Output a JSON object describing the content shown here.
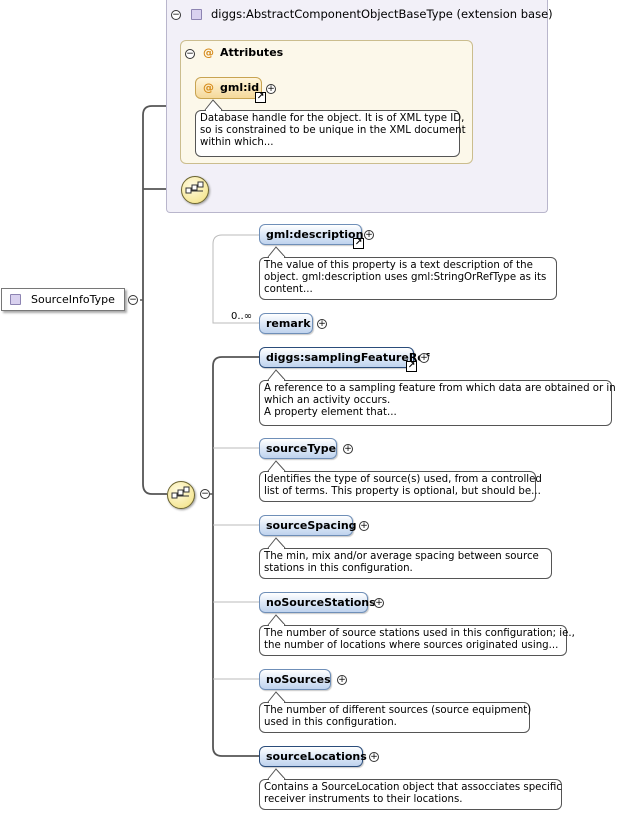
{
  "extension": {
    "title": "diggs:AbstractComponentObjectBaseType (extension base)",
    "attributes_label": "Attributes",
    "attribute": {
      "name": "gml:id",
      "doc": [
        "Database handle for the object. It is of XML type ID,",
        "so is constrained to be unique in the XML document",
        "within which..."
      ]
    }
  },
  "root": {
    "name": "SourceInfoType"
  },
  "elements": [
    {
      "name": "gml:description",
      "ref": true,
      "multiplicity": "",
      "doc": [
        "The value of this property is a text description of the",
        "object. gml:description uses gml:StringOrRefType as its",
        "content..."
      ]
    },
    {
      "name": "remark",
      "ref": false,
      "multiplicity": "0..∞",
      "doc": []
    },
    {
      "name": "diggs:samplingFeatureRef",
      "ref": true,
      "multiplicity": "",
      "doc": [
        "A reference to a sampling feature from which data are obtained or in",
        "which an activity occurs.",
        "A property element that..."
      ]
    },
    {
      "name": "sourceType",
      "ref": false,
      "multiplicity": "",
      "doc": [
        "Identifies the type of source(s) used, from a controlled",
        "list of terms. This property is optional, but should be..."
      ]
    },
    {
      "name": "sourceSpacing",
      "ref": false,
      "multiplicity": "",
      "doc": [
        "The min, mix and/or average spacing between source",
        "stations in this configuration."
      ]
    },
    {
      "name": "noSourceStations",
      "ref": false,
      "multiplicity": "",
      "doc": [
        "The number of source stations used in this configuration; ie.,",
        "the number of locations where sources originated using..."
      ]
    },
    {
      "name": "noSources",
      "ref": false,
      "multiplicity": "",
      "doc": [
        "The number of different sources (source equipment)",
        "used in this configuration."
      ]
    },
    {
      "name": "sourceLocations",
      "ref": false,
      "multiplicity": "",
      "doc": [
        "Contains a SourceLocation object that assocciates specific",
        "receiver instruments to their locations."
      ]
    }
  ],
  "symbols": {
    "expand": "+",
    "collapse": "−",
    "ref_arrow": "↗",
    "attribute_at": "@"
  }
}
